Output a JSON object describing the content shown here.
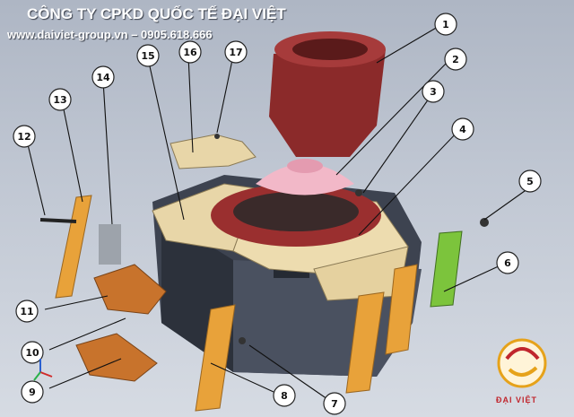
{
  "header": {
    "company": "CÔNG TY CPKD QUỐC TẾ ĐẠI VIỆT",
    "contact": "www.daiviet-group.vn – 0905.618.666"
  },
  "logo": {
    "text": "ĐẠI VIỆT",
    "icon": "dai-viet-logo-icon"
  },
  "callouts": [
    "1",
    "2",
    "3",
    "4",
    "5",
    "6",
    "7",
    "8",
    "9",
    "10",
    "11",
    "12",
    "13",
    "14",
    "15",
    "16",
    "17"
  ],
  "colors": {
    "bushing": "#8b2a2a",
    "cone": "#f2b8c8",
    "ring": "#9a2f2f",
    "liner": "#e8d6a8",
    "frame": "#3d4350",
    "bracket": "#c8732c",
    "shim": "#7cc43c",
    "plate": "#e8a23a"
  }
}
